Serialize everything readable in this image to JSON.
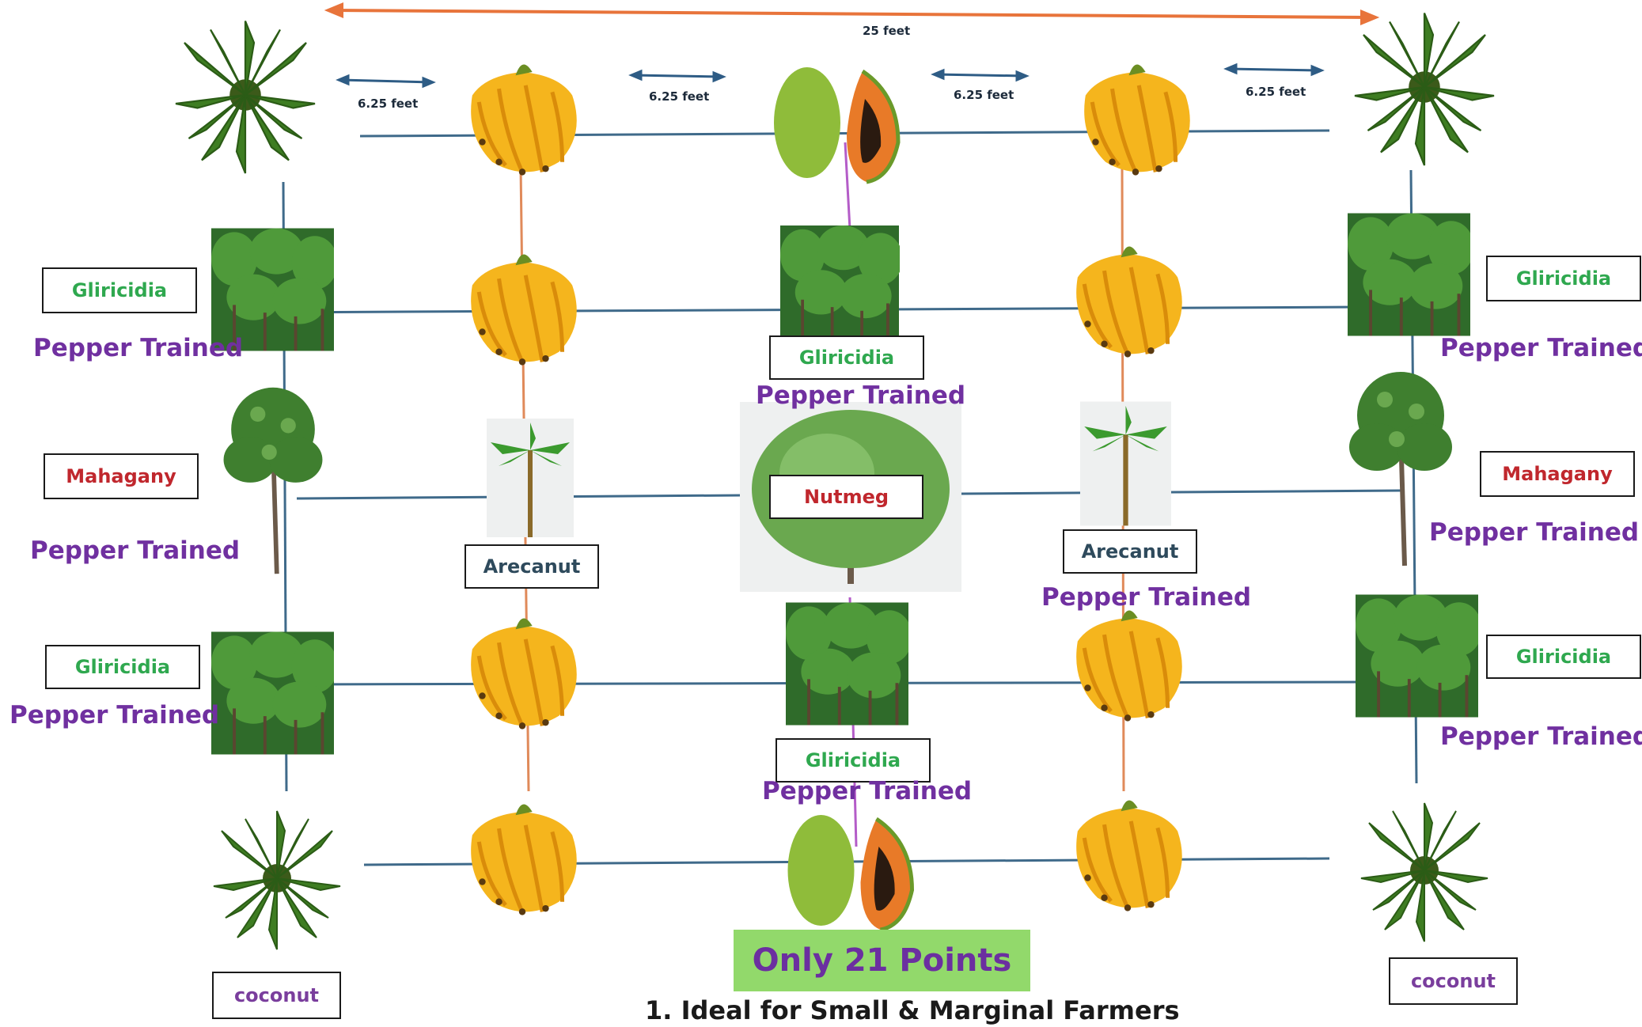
{
  "dimensions": {
    "total": "25 feet",
    "spacing": "6.25 feet"
  },
  "labels": {
    "gliricidia": "Gliricidia",
    "mahagany": "Mahagany",
    "arecanut": "Arecanut",
    "nutmeg": "Nutmeg",
    "coconut": "coconut",
    "pepper": "Pepper Trained"
  },
  "highlight": "Only 21 Points",
  "footer": "1. Ideal for Small & Marginal Farmers",
  "icons": [
    "coconut-palm-icon",
    "banana-bunch-icon",
    "papaya-icon",
    "gliricidia-grove-icon",
    "mahogany-tree-icon",
    "arecanut-palm-icon",
    "nutmeg-tree-icon"
  ],
  "colors": {
    "pepper": "#7030a0",
    "gliricidia_label": "#2fa84f",
    "mahagany_label": "#c0272d",
    "arecanut_label": "#2e4a5c",
    "coconut_label": "#7a3e9d",
    "highlight_bg": "#92d96b",
    "arrow_orange": "#e8743b",
    "grid_line": "#3f6a8a"
  }
}
